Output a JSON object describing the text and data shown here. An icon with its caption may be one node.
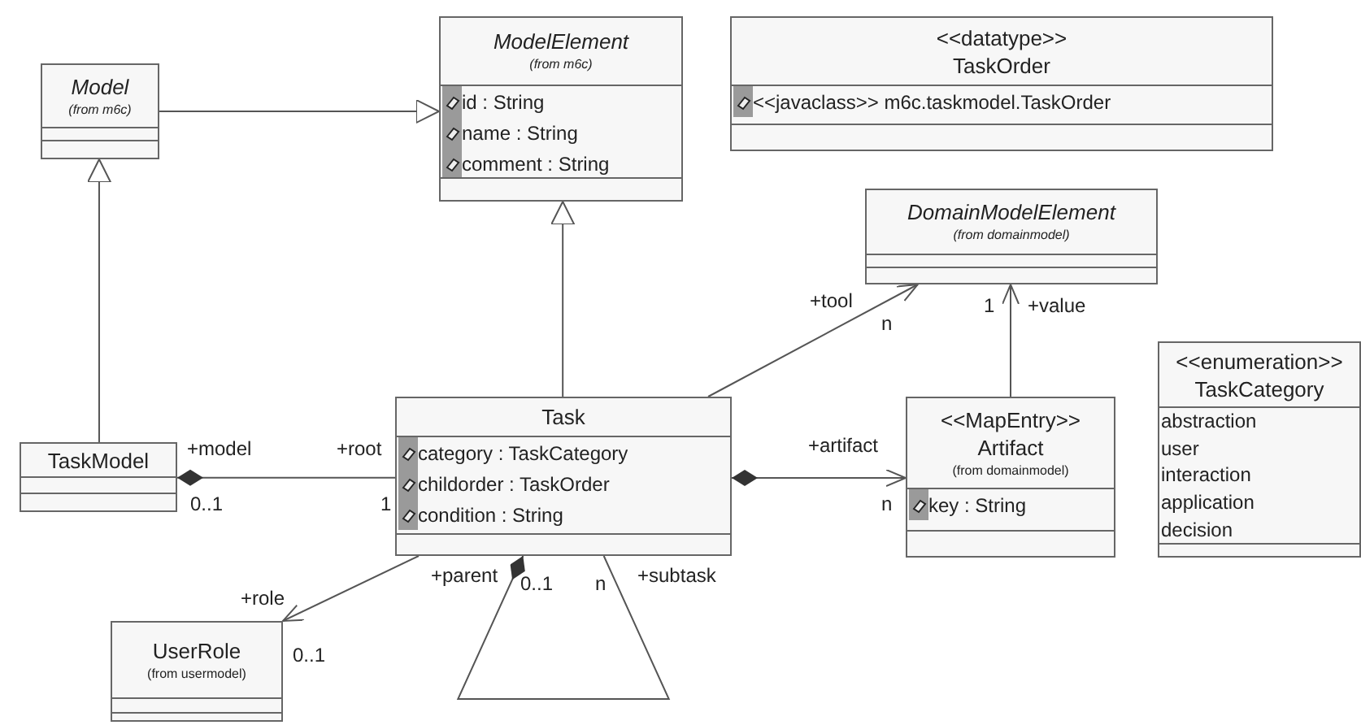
{
  "diagram": {
    "nodes": [
      {
        "text": [
          "Model",
          "(from m6c)"
        ]
      },
      {
        "text": [
          "ModelElement",
          "(from m6c)",
          "id : String",
          "name : String",
          "comment : String"
        ]
      },
      {
        "text": [
          "<<datatype>>",
          "TaskOrder",
          "<<javaclass>> m6c.taskmodel.TaskOrder"
        ]
      },
      {
        "text": [
          "DomainModelElement",
          "(from domainmodel)"
        ]
      },
      {
        "text": [
          "<<enumeration>>",
          "TaskCategory",
          "abstraction",
          "user",
          "interaction",
          "application",
          "decision"
        ]
      },
      {
        "text": [
          "TaskModel"
        ]
      },
      {
        "text": [
          "Task",
          "category : TaskCategory",
          "childorder : TaskOrder",
          "condition : String"
        ]
      },
      {
        "text": [
          "<<MapEntry>>",
          "Artifact",
          "(from domainmodel)",
          "key : String"
        ]
      },
      {
        "text": [
          "UserRole",
          "(from usermodel)"
        ]
      }
    ],
    "edges": [
      {
        "from": 0,
        "to": 1,
        "arrow": "to"
      },
      {
        "from": 5,
        "to": 0,
        "arrow": "to"
      },
      {
        "from": 6,
        "to": 1,
        "arrow": "to"
      },
      {
        "from": 5,
        "to": 6,
        "arrow": "other"
      },
      {
        "from": 6,
        "to": 3,
        "arrow": "to"
      },
      {
        "from": 7,
        "to": 3,
        "arrow": "to"
      },
      {
        "from": 6,
        "to": 7,
        "arrow": "to"
      },
      {
        "from": 6,
        "to": 8,
        "arrow": "to"
      },
      {
        "from": 6,
        "to": 6,
        "arrow": "other"
      }
    ],
    "labels": [
      "+tool",
      "1",
      "+value",
      "n",
      "+model",
      "+root",
      "+artifact",
      "0..1",
      "1",
      "n",
      "+parent",
      "+subtask",
      "0..1",
      "n",
      "+role",
      "0..1"
    ]
  }
}
